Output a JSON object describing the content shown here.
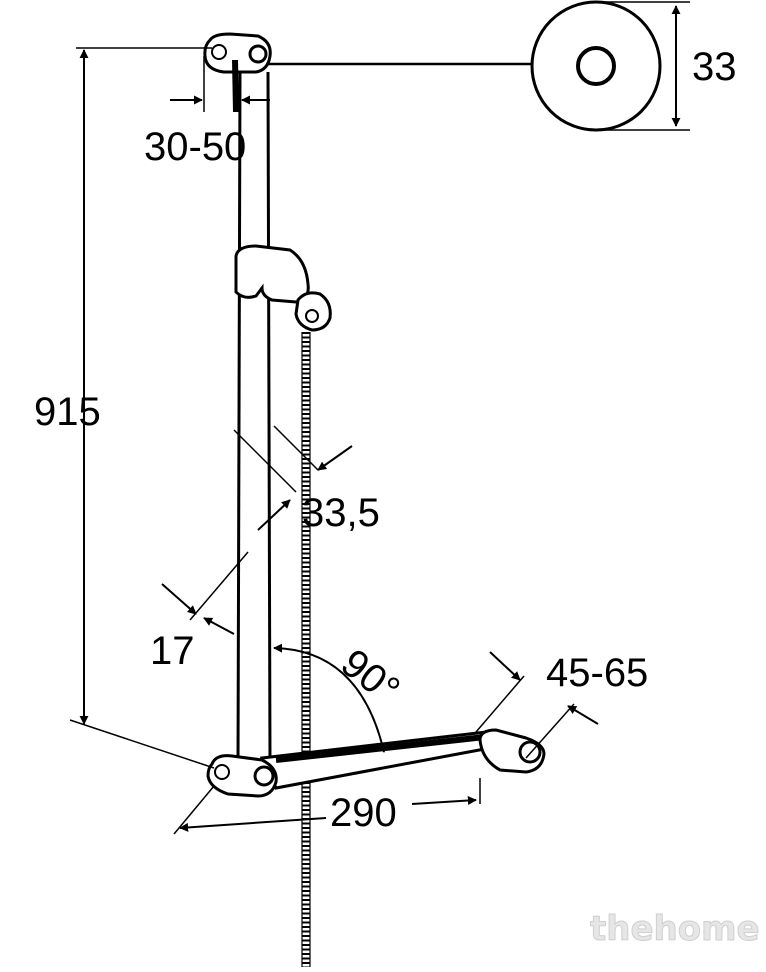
{
  "dimensions": {
    "total_height": "915",
    "wall_distance": "30-50",
    "rosette_diameter": "33",
    "rail_diameter": "33,5",
    "hose_offset": "17",
    "angle": "90°",
    "shelf_length": "290",
    "shelf_depth": "45-65"
  },
  "watermark": "thehome"
}
